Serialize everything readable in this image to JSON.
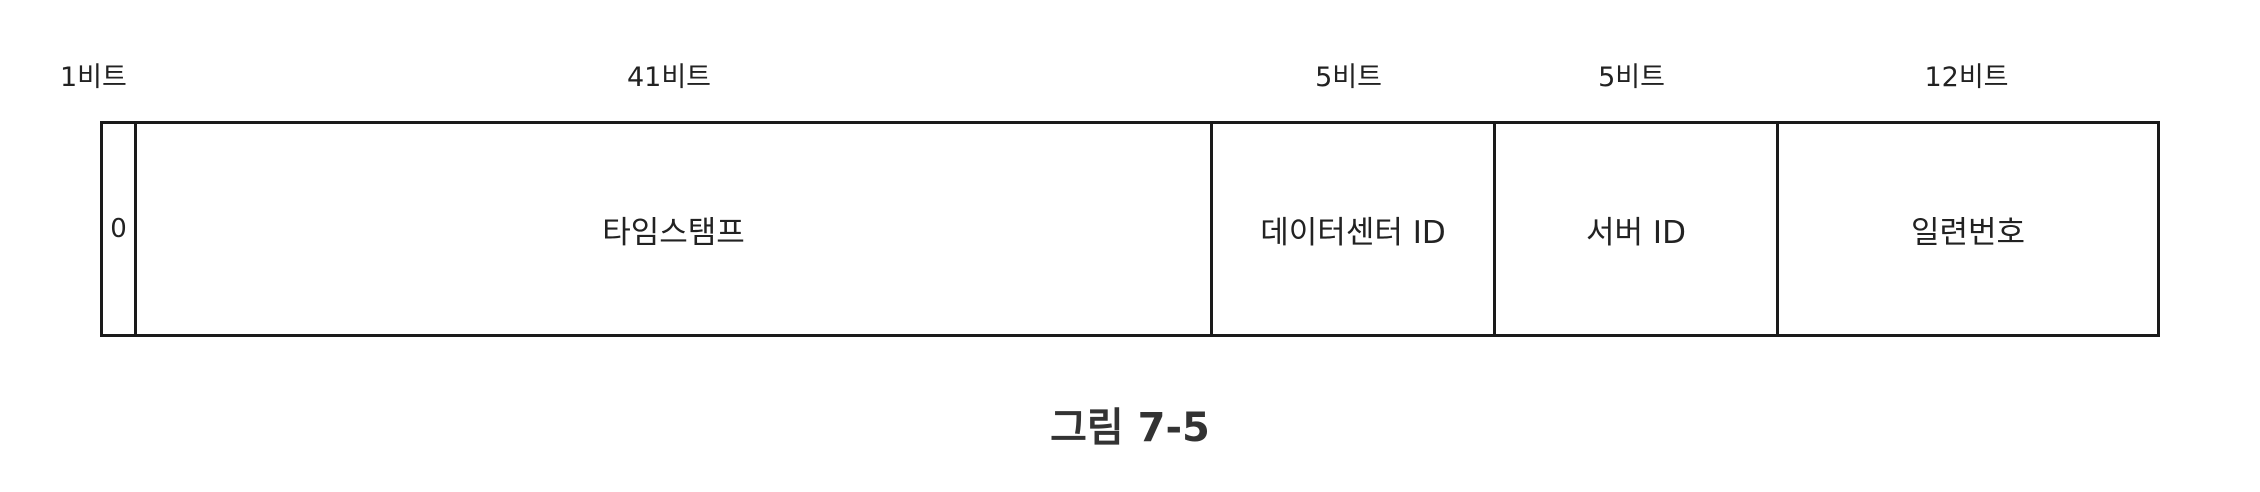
{
  "bit_labels": [
    "1비트",
    "41비트",
    "5비트",
    "5비트",
    "12비트"
  ],
  "fields": [
    "0",
    "타임스탬프",
    "데이터센터 ID",
    "서버 ID",
    "일련번호"
  ],
  "caption": "그림 7-5"
}
